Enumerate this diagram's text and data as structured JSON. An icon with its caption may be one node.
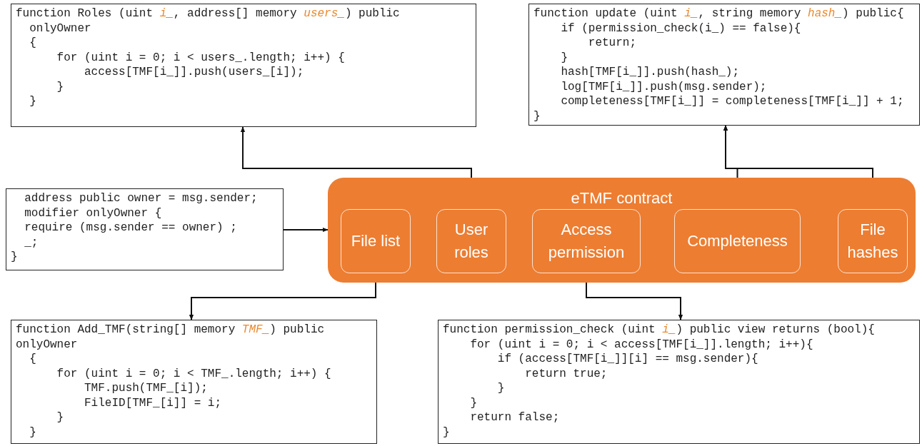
{
  "diagram": {
    "nodes": [
      {
        "text": [
          "function Roles (uint *i_*, address[] memory *users_*) public",
          "onlyOwner",
          "{",
          "for (uint i = 0; i < users_.length; i++) {",
          "access[TMF[i_]].push(users_[i]);",
          "}",
          "}"
        ]
      },
      {
        "text": [
          "function update (uint *i_*, string memory *hash_*) public{",
          "if (permission_check(i_) == false){",
          "return;",
          "}",
          "hash[TMF[i_]].push(hash_);",
          "log[TMF[i_]].push(msg.sender);",
          "completeness[TMF[i_]] = completeness[TMF[i_]] + 1;",
          "}"
        ]
      },
      {
        "text": [
          "address public owner = msg.sender;",
          "modifier onlyOwner {",
          "require (msg.sender == owner) ;",
          "_;",
          "}"
        ]
      },
      {
        "text": [
          "eTMF contract"
        ]
      },
      {
        "text": [
          "File list"
        ],
        "in": 3
      },
      {
        "text": [
          "User roles"
        ],
        "in": 3
      },
      {
        "text": [
          "Access permission"
        ],
        "in": 3
      },
      {
        "text": [
          "Completeness"
        ],
        "in": 3
      },
      {
        "text": [
          "File hashes"
        ],
        "in": 3
      },
      {
        "text": [
          "function Add_TMF(string[] memory *TMF_*) public",
          "onlyOwner",
          "{",
          "for (uint i = 0; i < TMF_.length; i++) {",
          "TMF.push(TMF_[i]);",
          "FileID[TMF_[i]] = i;",
          "}",
          "}"
        ]
      },
      {
        "text": [
          "function permission_check (uint *i_*) public view returns (bool){",
          "for (uint i = 0; i < access[TMF[i_]].length; i++){",
          "if (access[TMF[i_]][i] == msg.sender){",
          "return true;",
          "}",
          "}",
          "return false;",
          "}"
        ]
      }
    ],
    "edges": [
      {
        "from": 5,
        "to": 0,
        "arrow": "to"
      },
      {
        "from": 7,
        "to": 1,
        "arrow": "to"
      },
      {
        "from": 8,
        "to": 1,
        "arrow": "to"
      },
      {
        "from": 2,
        "to": 3,
        "arrow": "to"
      },
      {
        "from": 4,
        "to": 9,
        "arrow": "to"
      },
      {
        "from": 6,
        "to": 10,
        "arrow": "to"
      }
    ]
  }
}
